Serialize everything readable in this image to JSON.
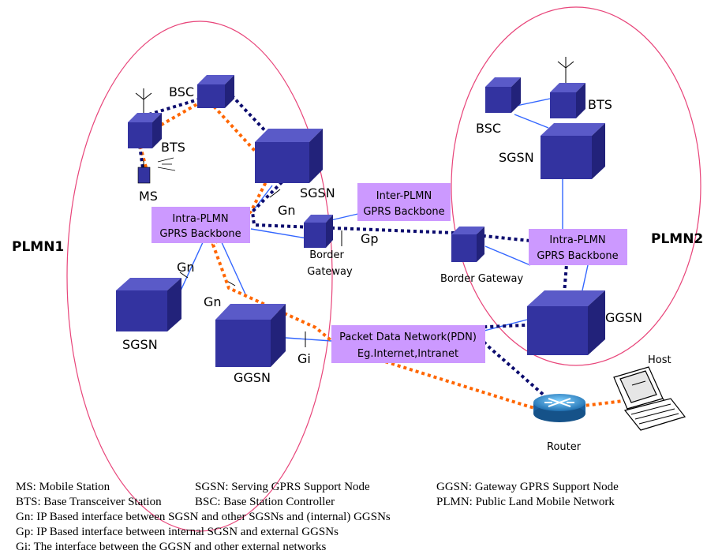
{
  "regions": {
    "plmn1": "PLMN1",
    "plmn2": "PLMN2"
  },
  "nodes": {
    "bsc1": "BSC",
    "bts1": "BTS",
    "ms": "MS",
    "sgsn1": "SGSN",
    "sgsn1b": "SGSN",
    "ggsn1": "GGSN",
    "border_gw1": [
      "Border",
      "Gateway"
    ],
    "border_gw2": "Border Gateway",
    "bsc2": "BSC",
    "bts2": "BTS",
    "sgsn2": "SGSN",
    "ggsn2": "GGSN",
    "router": "Router",
    "host": "Host"
  },
  "backbones": {
    "intra1": [
      "Intra-PLMN",
      "GPRS Backbone"
    ],
    "inter": [
      "Inter-PLMN",
      "GPRS Backbone"
    ],
    "intra2": [
      "Intra-PLMN",
      "GPRS Backbone"
    ],
    "pdn": [
      "Packet Data Network(PDN)",
      "Eg.Internet,Intranet"
    ]
  },
  "interfaces": {
    "gn_top": "Gn",
    "gn_left": "Gn",
    "gn_bottom": "Gn",
    "gp": "Gp",
    "gi": "Gi"
  },
  "colors": {
    "node_fill": "#3333a0",
    "node_top": "#5a5ac8",
    "node_side": "#22227a",
    "backbone_fill": "#cc99ff",
    "ellipse_stroke": "#e8457a",
    "link": "#3366ff",
    "path_blue": "#0b0b6e",
    "path_orange": "#ff6600",
    "router": "#1f8fd6"
  },
  "legend": {
    "rows": [
      [
        "MS: Mobile Station",
        "SGSN: Serving GPRS Support Node",
        "GGSN: Gateway GPRS Support Node"
      ],
      [
        "BTS: Base Transceiver Station",
        "BSC: Base Station Controller",
        "PLMN: Public Land Mobile Network"
      ],
      [
        "Gn: IP Based interface between SGSN and other SGSNs and (internal) GGSNs"
      ],
      [
        "Gp: IP Based interface between internal SGSN and external GGSNs"
      ],
      [
        "Gi: The interface between the GGSN and other external networks"
      ]
    ]
  }
}
